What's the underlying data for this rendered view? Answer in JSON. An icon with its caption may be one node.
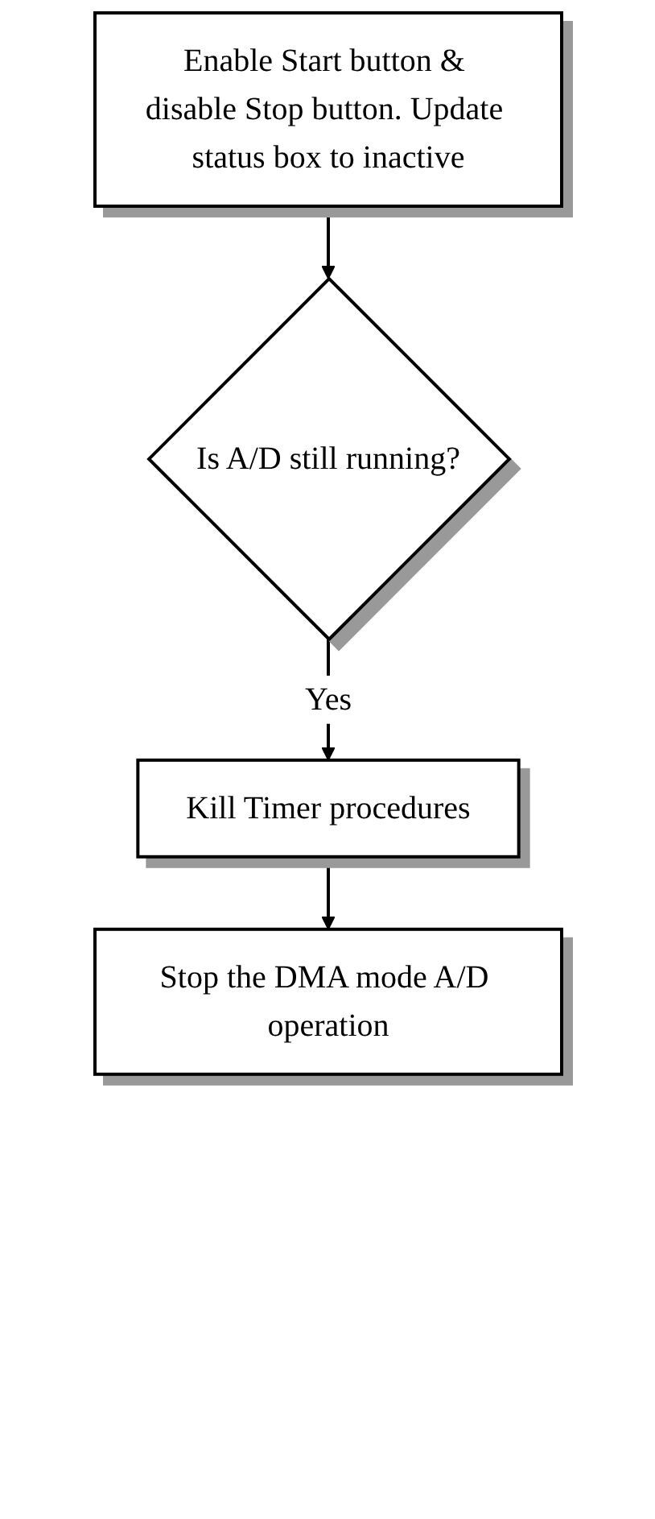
{
  "diagram": {
    "nodes": [
      {
        "text": [
          "Enable Start button & disable Stop button. Update status box to inactive"
        ]
      },
      {
        "text": [
          "Is A/D still running?"
        ]
      },
      {
        "text": [
          "Kill Timer procedures"
        ]
      },
      {
        "text": [
          "Stop the DMA mode A/D operation"
        ]
      }
    ],
    "edges": [
      {
        "from": 0,
        "to": 1,
        "arrow": "to"
      },
      {
        "from": 1,
        "to": 2,
        "arrow": "to",
        "label": "Yes"
      },
      {
        "from": 2,
        "to": 3,
        "arrow": "to"
      }
    ]
  }
}
